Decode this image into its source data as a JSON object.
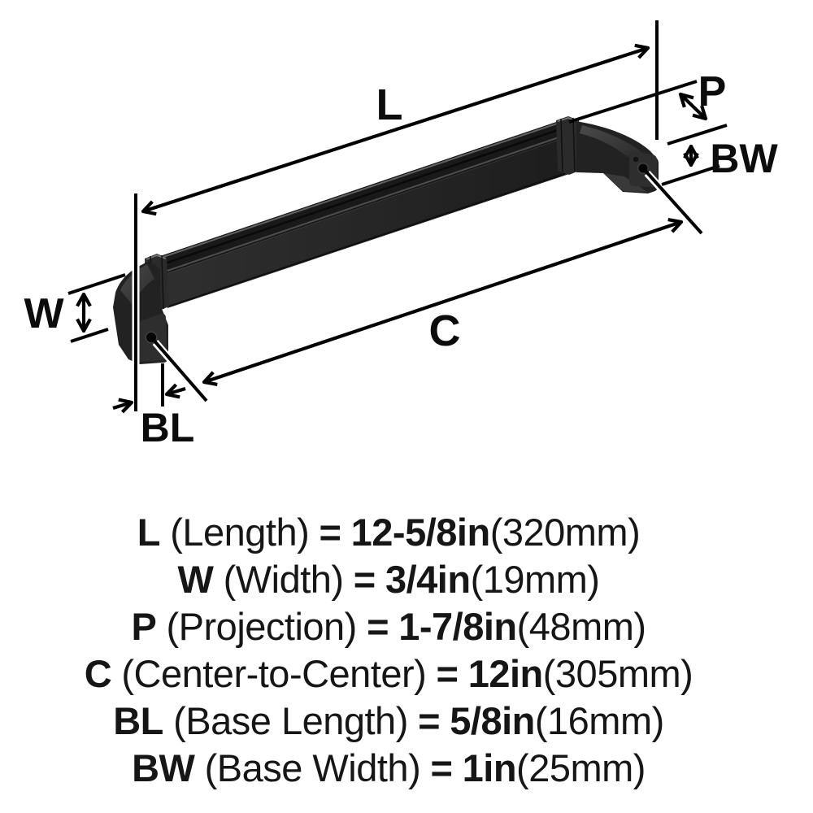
{
  "diagram": {
    "labels": {
      "length": "L",
      "width": "W",
      "projection": "P",
      "center_to_center": "C",
      "base_length": "BL",
      "base_width": "BW"
    },
    "colors": {
      "background": "#ffffff",
      "line": "#000000",
      "label_text": "#0c0c0c",
      "handle_top": "#191919",
      "handle_front": "#262626",
      "handle_highlight": "#606060",
      "base_face": "#2e2e2e"
    }
  },
  "legend": {
    "text_color": "#161616",
    "items": [
      {
        "symbol": "L",
        "label": "(Length)",
        "eq": "=",
        "value": "12-5/8in",
        "metric": "(320mm)"
      },
      {
        "symbol": "W",
        "label": "(Width)",
        "eq": "=",
        "value": "3/4in",
        "metric": "(19mm)"
      },
      {
        "symbol": "P",
        "label": "(Projection)",
        "eq": "=",
        "value": "1-7/8in",
        "metric": "(48mm)"
      },
      {
        "symbol": "C",
        "label": "(Center-to-Center)",
        "eq": "=",
        "value": "12in",
        "metric": "(305mm)"
      },
      {
        "symbol": "BL",
        "label": "(Base Length)",
        "eq": "=",
        "value": "5/8in",
        "metric": "(16mm)"
      },
      {
        "symbol": "BW",
        "label": "(Base Width)",
        "eq": "=",
        "value": "1in",
        "metric": "(25mm)"
      }
    ]
  }
}
